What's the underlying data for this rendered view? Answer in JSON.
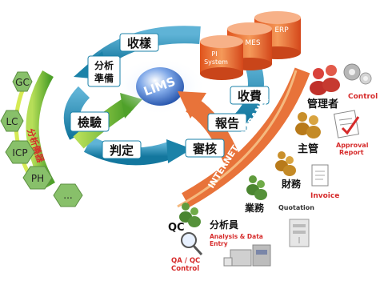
{
  "center": {
    "title": "LIMS"
  },
  "cycle": {
    "sampling": "收樣",
    "analysis_prep": [
      "分析",
      "準備"
    ],
    "inspection": "檢驗",
    "judgement": "判定",
    "review": "審核",
    "report": "報告",
    "billing": "收費"
  },
  "systems": {
    "erp": "ERP",
    "mes": "MES",
    "pi": [
      "PI",
      "System"
    ]
  },
  "network": {
    "label": "INTERNET / INTRANET"
  },
  "instruments": {
    "arc_label": "分析儀器",
    "items": [
      "GC",
      "LC",
      "ICP",
      "PH",
      "..."
    ]
  },
  "roles": {
    "manager": "管理者",
    "control": "Control",
    "supervisor": "主管",
    "approval": [
      "Approval",
      "Report"
    ],
    "finance": "財務",
    "invoice": "Invoice",
    "sales": "業務",
    "quotation": "Quotation",
    "analyst": "分析員",
    "analysis_entry": [
      "Analysis & Data",
      "Entry"
    ],
    "qc": "QC",
    "qa_qc": [
      "QA / QC",
      "Control"
    ]
  },
  "colors": {
    "cycle_arrow": "#1b82a8",
    "green_arrow": "#79b832",
    "orange": "#e8733a",
    "hex_fill": "#88c06a",
    "label_red": "#d62b2b",
    "lims_blue": "#2a5fb8"
  }
}
